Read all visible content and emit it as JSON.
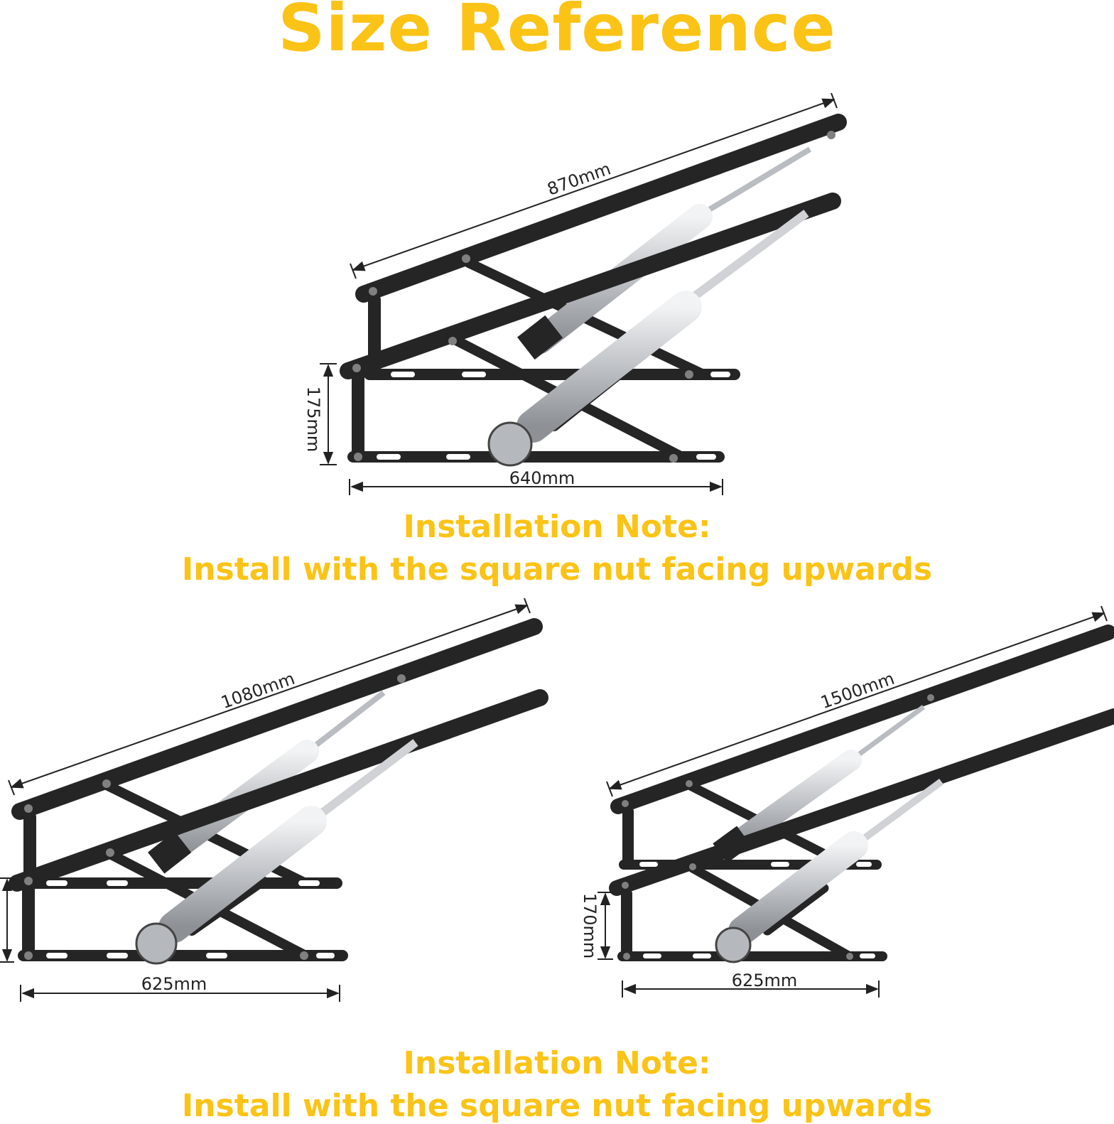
{
  "title": "Size Reference",
  "colors": {
    "accent": "#FBC316",
    "frame": "#252525",
    "actuator": "#B9BCC0",
    "pivot": "#808080"
  },
  "note_top": {
    "heading": "Installation Note:",
    "text": "Install with the square nut facing upwards"
  },
  "note_bottom": {
    "heading": "Installation Note:",
    "text": "Install with the square nut facing upwards"
  },
  "mechanisms": [
    {
      "id": "top",
      "length_label": "870mm",
      "width_label": "640mm",
      "height_label": "175mm"
    },
    {
      "id": "bottom-left",
      "length_label": "1080mm",
      "width_label": "625mm",
      "height_label": ""
    },
    {
      "id": "bottom-right",
      "length_label": "1500mm",
      "width_label": "625mm",
      "height_label": "170mm"
    }
  ]
}
